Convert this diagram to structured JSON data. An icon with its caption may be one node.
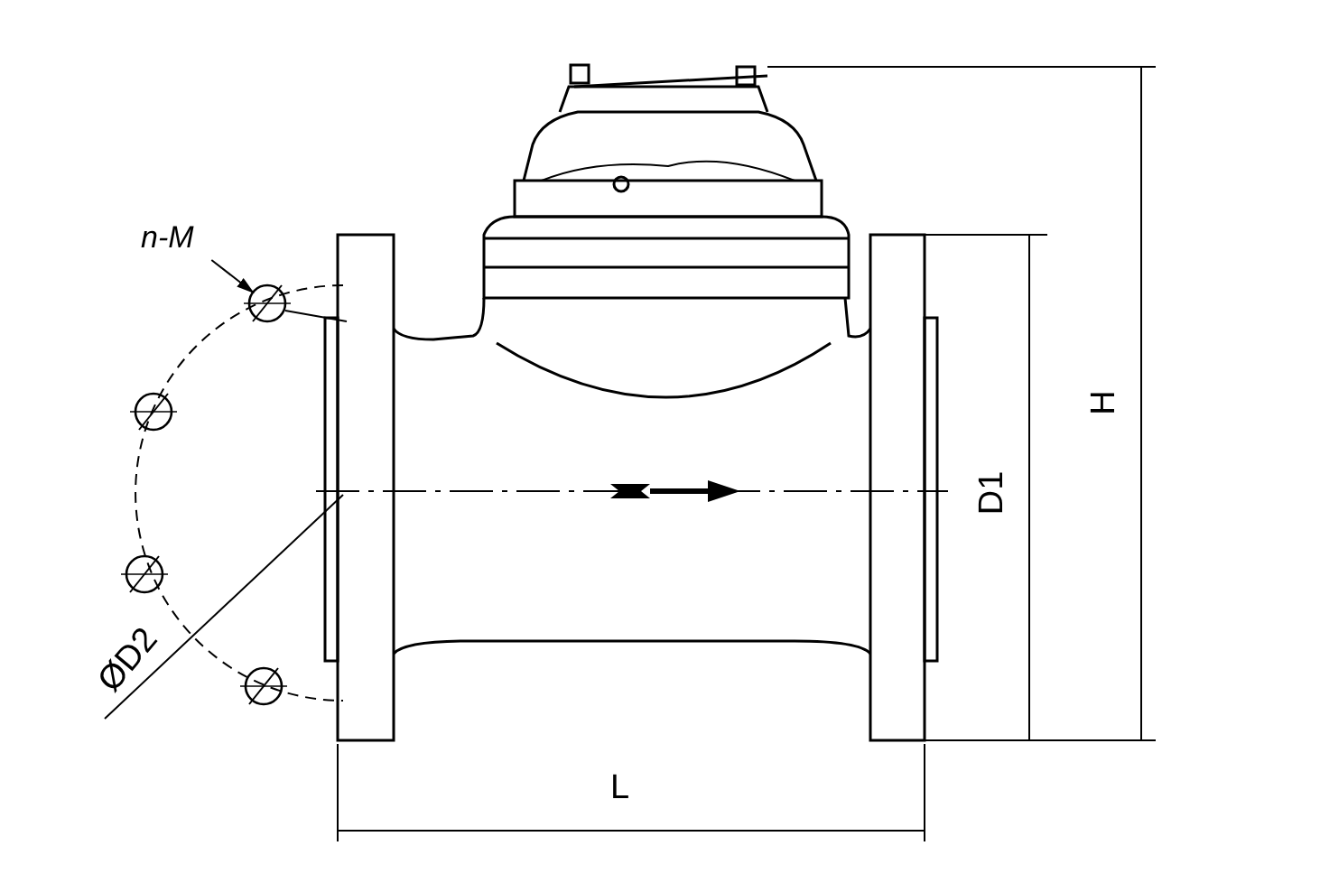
{
  "diagram": {
    "nodes": [
      {
        "text": [
          "n-M"
        ]
      },
      {
        "text": [],
        "shape": "circle"
      }
    ],
    "edges": [
      {
        "from": 0,
        "to": 1,
        "arrow": "to"
      }
    ],
    "labels": [
      "ØD2",
      "H",
      "D1",
      "L"
    ]
  }
}
